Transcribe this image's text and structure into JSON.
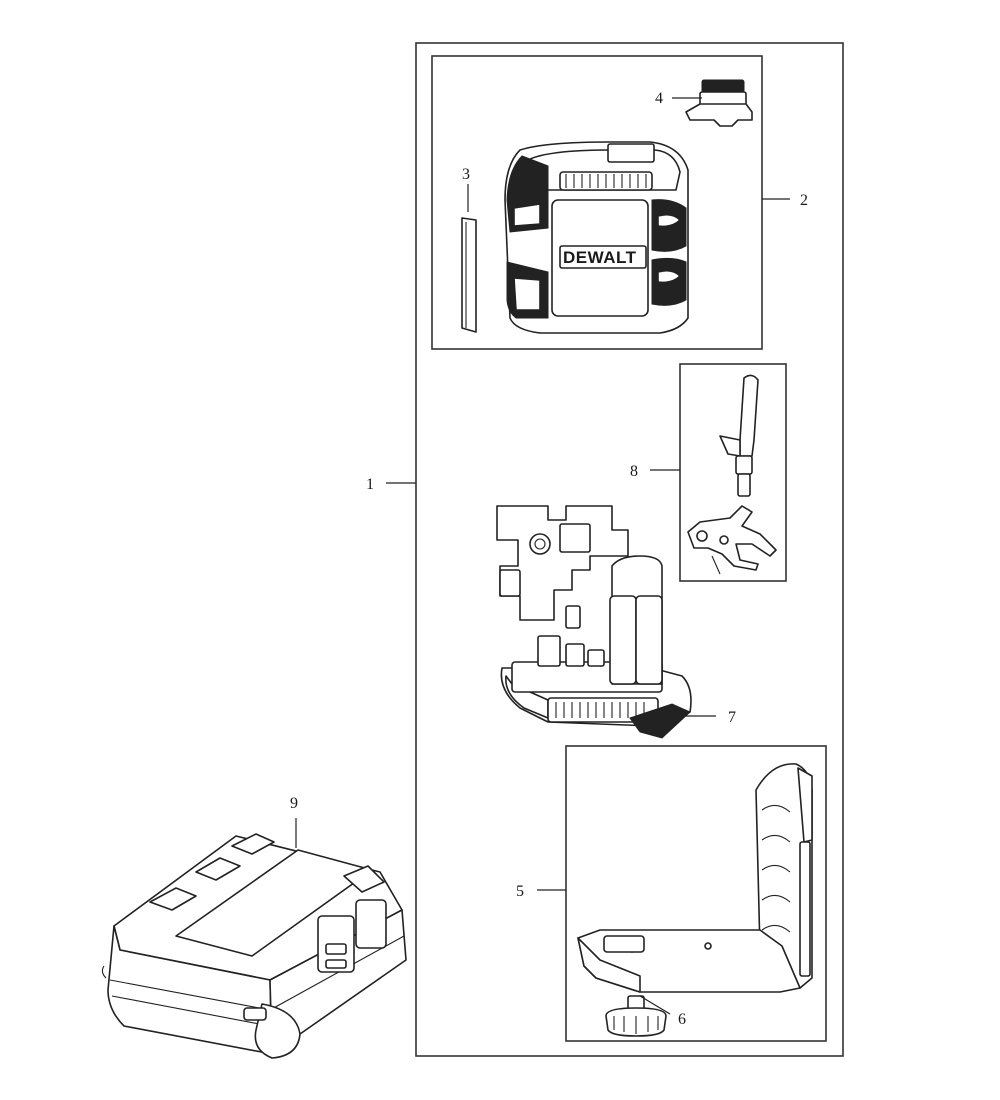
{
  "callouts": {
    "c1": "1",
    "c2": "2",
    "c3": "3",
    "c4": "4",
    "c5": "5",
    "c6": "6",
    "c7": "7",
    "c8": "8",
    "c9": "9"
  },
  "brand": {
    "logo_text": "DEWALT"
  }
}
